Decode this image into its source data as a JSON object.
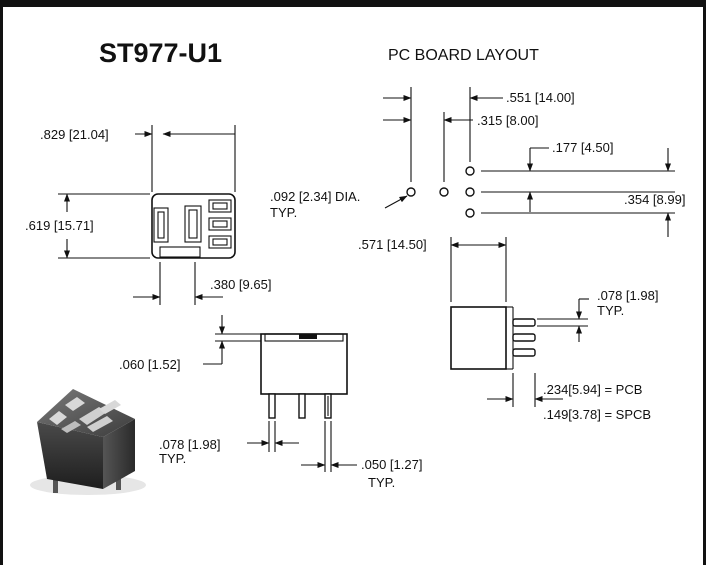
{
  "title": "ST977-U1",
  "subtitle": "PC BOARD LAYOUT",
  "dims": {
    "width_top": ".829 [21.04]",
    "height_left": ".619 [15.71]",
    "bottom_spacing": ".380 [9.65]",
    "hole_dia_line1": ".092 [2.34] DIA.",
    "hole_dia_line2": "TYP.",
    "spacing_551": ".551 [14.00]",
    "spacing_315": ".315 [8.00]",
    "spacing_177": ".177 [4.50]",
    "spacing_354": ".354 [8.99]",
    "side_width": ".571 [14.50]",
    "pin_spacing_right_line1": ".078 [1.98]",
    "pin_spacing_right_line2": "TYP.",
    "pcb": ".234[5.94] = PCB",
    "spcb": ".149[3.78] = SPCB",
    "flange": ".060 [1.52]",
    "pin_spacing_front_line1": ".078 [1.98]",
    "pin_spacing_front_line2": "TYP.",
    "pin_width_line1": ".050 [1.27]",
    "pin_width_line2": "TYP."
  },
  "icons": {
    "arrow": "arrowhead",
    "photo": "relay-photo"
  }
}
